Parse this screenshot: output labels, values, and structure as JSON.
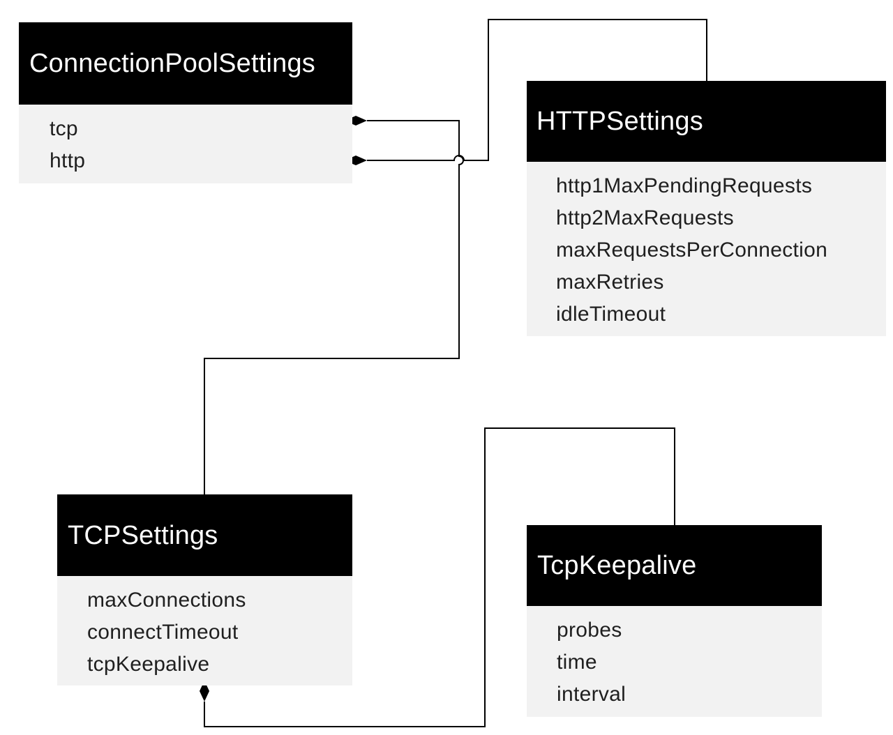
{
  "classes": {
    "connection_pool_settings": {
      "name": "ConnectionPoolSettings",
      "attributes": [
        "tcp",
        "http"
      ]
    },
    "http_settings": {
      "name": "HTTPSettings",
      "attributes": [
        "http1MaxPendingRequests",
        "http2MaxRequests",
        "maxRequestsPerConnection",
        "maxRetries",
        "idleTimeout"
      ]
    },
    "tcp_settings": {
      "name": "TCPSettings",
      "attributes": [
        "maxConnections",
        "connectTimeout",
        "tcpKeepalive"
      ]
    },
    "tcp_keepalive": {
      "name": "TcpKeepalive",
      "attributes": [
        "probes",
        "time",
        "interval"
      ]
    }
  },
  "relationships": [
    {
      "from": "ConnectionPoolSettings.tcp",
      "to": "TCPSettings",
      "type": "composition"
    },
    {
      "from": "ConnectionPoolSettings.http",
      "to": "HTTPSettings",
      "type": "composition"
    },
    {
      "from": "TCPSettings.tcpKeepalive",
      "to": "TcpKeepalive",
      "type": "composition"
    }
  ],
  "colors": {
    "header_background": "#000000",
    "header_text": "#ffffff",
    "body_background": "#f2f2f2",
    "connector": "#000000"
  }
}
